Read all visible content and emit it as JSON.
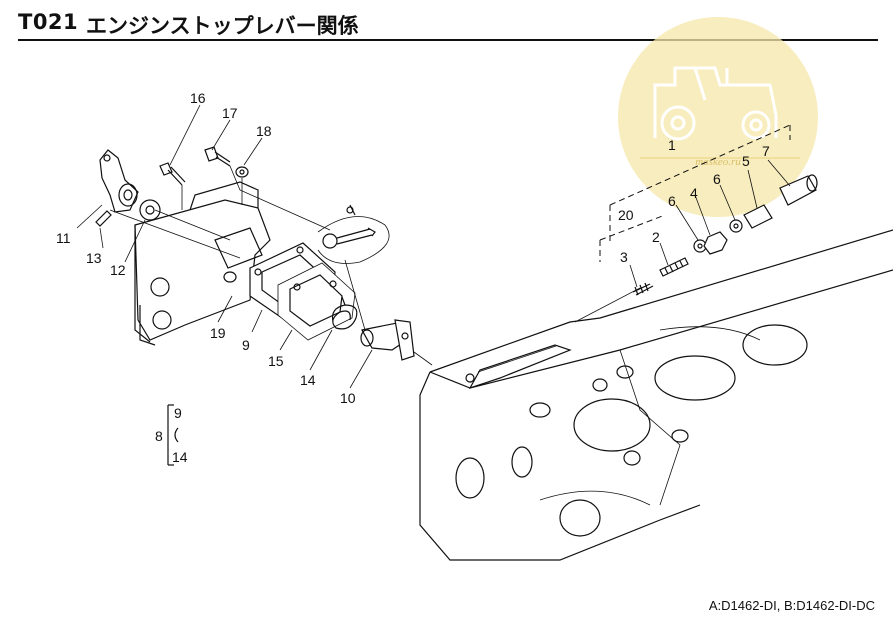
{
  "header": {
    "code": "T021",
    "title": "エンジンストップレバー関係"
  },
  "callouts": {
    "c1": "1",
    "c2": "2",
    "c3": "3",
    "c4": "4",
    "c5_top": "5",
    "c5": "5",
    "c6_top": "6",
    "c6": "6",
    "c7": "7",
    "c8": "8",
    "c9": "9",
    "c9_group": "9",
    "c10": "10",
    "c11": "11",
    "c12": "12",
    "c13": "13",
    "c14": "14",
    "c14_group": "14",
    "c15": "15",
    "c16": "16",
    "c17": "17",
    "c18": "18",
    "c19": "19",
    "c20": "20"
  },
  "watermark": {
    "text": "maskeo.ru",
    "icon": "tractor-icon",
    "color": "#f6e7a8"
  },
  "footer": {
    "models": "A:D1462-DI,  B:D1462-DI-DC"
  }
}
